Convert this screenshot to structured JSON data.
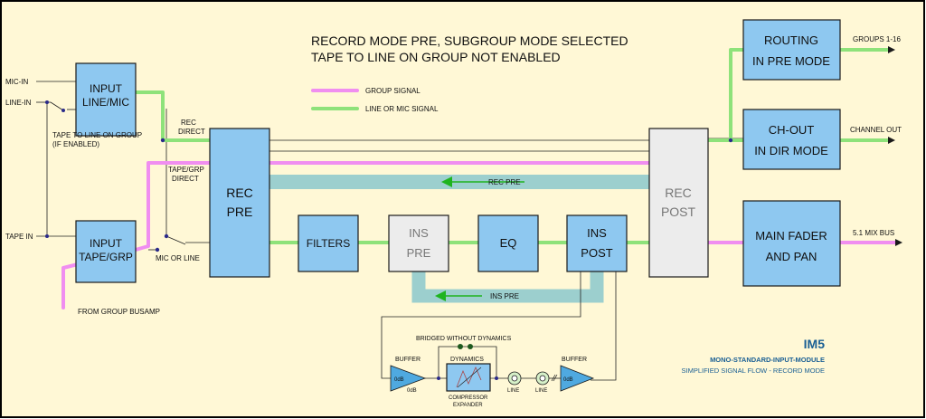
{
  "header": {
    "line1": "RECORD MODE PRE, SUBGROUP MODE SELECTED",
    "line2": "TAPE TO LINE ON GROUP NOT ENABLED"
  },
  "legend": {
    "group_signal": "GROUP SIGNAL",
    "line_mic_signal": "LINE OR MIC SIGNAL",
    "group_color": "#f08ef0",
    "line_color": "#8ee27a"
  },
  "inputs": {
    "mic_in": "MIC-IN",
    "line_in": "LINE-IN",
    "tape_in": "TAPE IN",
    "from_group": "FROM GROUP BUSAMP",
    "tape_to_line_1": "TAPE TO LINE ON GROUP",
    "tape_to_line_2": "(IF ENABLED)",
    "mic_or_line": "MIC OR LINE"
  },
  "blocks": {
    "input_line_mic": [
      "INPUT",
      "LINE/MIC"
    ],
    "input_tape_grp": [
      "INPUT",
      "TAPE/GRP"
    ],
    "rec_pre": [
      "REC",
      "PRE"
    ],
    "filters": "FILTERS",
    "ins_pre": [
      "INS",
      "PRE"
    ],
    "eq": "EQ",
    "ins_post": [
      "INS",
      "POST"
    ],
    "rec_post": [
      "REC",
      "POST"
    ],
    "routing": [
      "ROUTING",
      "IN PRE MODE"
    ],
    "ch_out": [
      "CH-OUT",
      "IN DIR MODE"
    ],
    "main_fader": [
      "MAIN FADER",
      "AND PAN"
    ]
  },
  "labels": {
    "rec_direct_1": "REC",
    "rec_direct_2": "DIRECT",
    "tape_grp_direct_1": "TAPE/GRP",
    "tape_grp_direct_2": "DIRECT",
    "rec_pre_return": "REC PRE",
    "ins_pre_return": "INS PRE"
  },
  "outputs": {
    "groups": "GROUPS 1-16",
    "channel_out": "CHANNEL OUT",
    "mix_bus": "5.1 MIX BUS"
  },
  "insert_chain": {
    "bridged": "BRIDGED WITHOUT DYNAMICS",
    "buffer_left": "BUFFER",
    "buffer_right": "BUFFER",
    "odb_a": "0dB",
    "odb_b": "0dB",
    "odb_c": "0dB",
    "dynamics": "DYNAMICS",
    "compressor": "COMPRESSOR",
    "expander": "EXPANDER",
    "line_a": "LINE",
    "line_b": "LINE"
  },
  "module": {
    "name": "IM5",
    "subtitle": "MONO-STANDARD-INPUT-MODULE",
    "caption": "SIMPLIFIED SIGNAL FLOW - RECORD MODE"
  }
}
